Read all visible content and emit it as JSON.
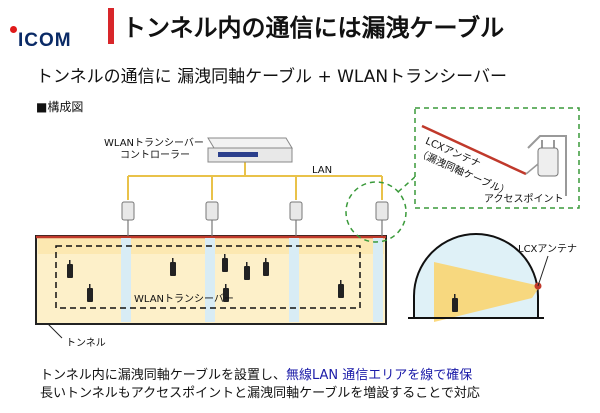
{
  "brand": {
    "name": "ICOM"
  },
  "header": {
    "title": "トンネル内の通信には漏洩ケーブル"
  },
  "subtitle": "トンネルの通信に 漏洩同軸ケーブル + WLANトランシーバー",
  "section_label": "■構成図",
  "diagram": {
    "controller_label_1": "WLANトランシーバー",
    "controller_label_2": "コントローラー",
    "lan_label": "LAN",
    "lcx_label_1": "LCXアンテナ",
    "lcx_label_2": "（漏洩同軸ケーブル）",
    "access_point_label": "アクセスポイント",
    "transceiver_label": "WLANトランシーバー",
    "tunnel_label": "トンネル",
    "lcx_antenna_label": "LCXアンテナ"
  },
  "caption": {
    "line1_prefix": "トンネル内に漏洩同軸ケーブルを設置し、",
    "line1_highlight": "無線LAN 通信エリアを線で確保",
    "line2": "長いトンネルもアクセスポイントと漏洩同軸ケーブルを増設することで対応"
  },
  "colors": {
    "accent_red": "#d8262a",
    "lan_yellow": "#e9c24a",
    "tunnel_fill": "#fdf0c9",
    "lcx_red": "#c0392b",
    "dashed_green": "#3a9a3a",
    "highlight_blue": "#1a1aa8"
  }
}
